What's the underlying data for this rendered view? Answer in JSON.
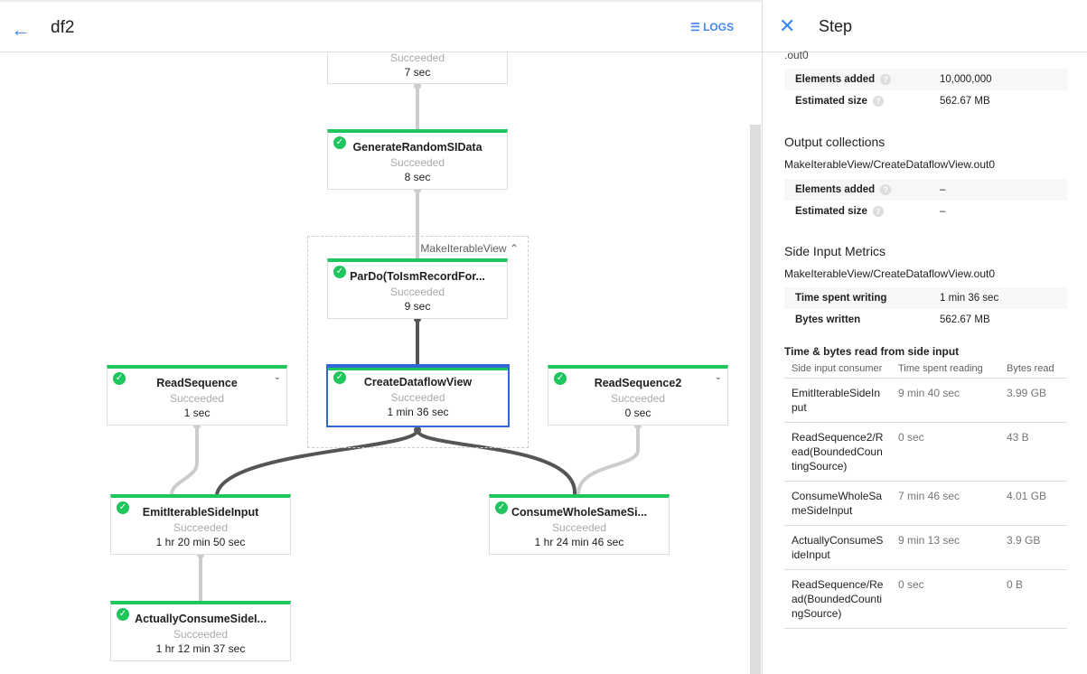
{
  "header": {
    "title": "df2",
    "logs_label": "LOGS"
  },
  "graph": {
    "group_label": "MakeIterableView",
    "nodes": [
      {
        "name": "",
        "status": "Succeeded",
        "time": "7 sec"
      },
      {
        "name": "GenerateRandomSIData",
        "status": "Succeeded",
        "time": "8 sec"
      },
      {
        "name": "ParDo(ToIsmRecordFor...",
        "status": "Succeeded",
        "time": "9 sec"
      },
      {
        "name": "CreateDataflowView",
        "status": "Succeeded",
        "time": "1 min 36 sec"
      },
      {
        "name": "ReadSequence",
        "status": "Succeeded",
        "time": "1 sec"
      },
      {
        "name": "ReadSequence2",
        "status": "Succeeded",
        "time": "0 sec"
      },
      {
        "name": "EmitIterableSideInput",
        "status": "Succeeded",
        "time": "1 hr 20 min 50 sec"
      },
      {
        "name": "ConsumeWholeSameSi...",
        "status": "Succeeded",
        "time": "1 hr 24 min 46 sec"
      },
      {
        "name": "ActuallyConsumeSideI...",
        "status": "Succeeded",
        "time": "1 hr 12 min 37 sec"
      }
    ]
  },
  "panel": {
    "title": "Step",
    "input_tail": ".out0",
    "input_rows": [
      {
        "k": "Elements added",
        "v": "10,000,000"
      },
      {
        "k": "Estimated size",
        "v": "562.67 MB"
      }
    ],
    "output_title": "Output collections",
    "output_name": "MakeIterableView/CreateDataflowView.out0",
    "output_rows": [
      {
        "k": "Elements added",
        "v": "–"
      },
      {
        "k": "Estimated size",
        "v": "–"
      }
    ],
    "side_title": "Side Input Metrics",
    "side_name": "MakeIterableView/CreateDataflowView.out0",
    "side_rows": [
      {
        "k": "Time spent writing",
        "v": "1 min 36 sec"
      },
      {
        "k": "Bytes written",
        "v": "562.67 MB"
      }
    ],
    "read_title": "Time & bytes read from side input",
    "read_headers": [
      "Side input consumer",
      "Time spent reading",
      "Bytes read"
    ],
    "read_rows": [
      [
        "EmitIterableSideInput",
        "9 min 40 sec",
        "3.99 GB"
      ],
      [
        "ReadSequence2/Read(BoundedCountingSource)",
        "0 sec",
        "43 B"
      ],
      [
        "ConsumeWholeSameSideInput",
        "7 min 46 sec",
        "4.01 GB"
      ],
      [
        "ActuallyConsumeSideInput",
        "9 min 13 sec",
        "3.9 GB"
      ],
      [
        "ReadSequence/Read(BoundedCountingSource)",
        "0 sec",
        "0 B"
      ]
    ]
  },
  "colors": {
    "accent": "#4285f4",
    "success": "#1fc65e",
    "selected": "#3367d6"
  }
}
